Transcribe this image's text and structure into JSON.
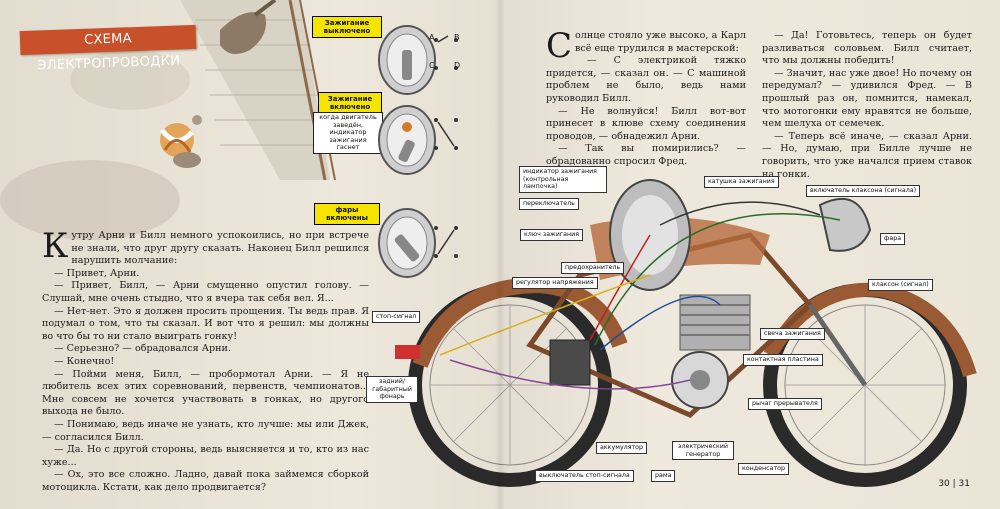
{
  "left_page": {
    "title": "СХЕМА ЭЛЕКТРОПРОВОДКИ",
    "switch_states": [
      {
        "label": "Зажигание выключено",
        "sub": ""
      },
      {
        "label": "Зажигание включено",
        "sub": "когда двигатель заведён, индикатор зажигания гаснет"
      },
      {
        "label": "фары включены",
        "sub": ""
      }
    ],
    "switch_letters": [
      "A",
      "B",
      "C",
      "D"
    ],
    "paragraphs": [
      {
        "dropcap": "К",
        "text": "утру Арни и Билл немного успокоились, но при встрече не знали, что друг другу сказать. Наконец Билл решился нарушить молчание:"
      },
      {
        "text": "— Привет, Арни."
      },
      {
        "text": "— Привет, Билл, — Арни смущенно опустил голову. — Слушай, мне очень стыдно, что я вчера так себя вел. Я..."
      },
      {
        "text": "— Нет-нет. Это я должен просить прощения. Ты ведь прав. Я подумал о том, что ты сказал. И вот что я решил: мы должны во что бы то ни стало выиграть гонку!"
      },
      {
        "text": "— Серьезно? — обрадовался Арни."
      },
      {
        "text": "— Конечно!"
      },
      {
        "text": "— Пойми меня, Билл, — пробормотал Арни. — Я не любитель всех этих соревнований, первенств, чемпионатов... Мне совсем не хочется участвовать в гонках, но другого выхода не было."
      },
      {
        "text": "— Понимаю, ведь иначе не узнать, кто лучше: мы или Джек, — согласился Билл."
      },
      {
        "text": "— Да. Но с другой стороны, ведь выясняется и то, кто из нас хуже..."
      },
      {
        "text": "— Ох, это все сложно. Ладно, давай пока займемся сборкой мотоцикла. Кстати, как дело продвигается?"
      }
    ]
  },
  "right_page": {
    "col1": [
      {
        "dropcap": "С",
        "text": "олнце стояло уже высоко, а Карл всё еще трудился в мастерской:"
      },
      {
        "text": "— С электрикой тяжко придется, — сказал он. — С машиной проблем не было, ведь нами руководил Билл."
      },
      {
        "text": "— Не волнуйся! Билл вот-вот принесет в клюве схему соединения проводов, — обнадежил Арни."
      },
      {
        "text": "— Так вы помирились? — обрадованно спросил Фред."
      }
    ],
    "col2": [
      {
        "text": "— Да! Готовьтесь, теперь он будет разливаться соловьем. Билл считает, что мы должны победить!"
      },
      {
        "text": "— Значит, нас уже двое! Но почему он передумал? — удивился Фред. — В прошлый раз он, помнится, намекал, что мотогонки ему нравятся не больше, чем шелуха от семечек."
      },
      {
        "text": "— Теперь всё иначе, — сказал Арни. — Но, думаю, при Билле лучше не говорить, что уже начался прием ставок на гонки."
      }
    ],
    "labels": {
      "ignition_indicator": "индикатор зажигания (контрольная лампочка)",
      "switch": "переключатель",
      "ignition_key": "ключ зажигания",
      "fuse": "предохранитель",
      "voltage_regulator": "регулятор напряжения",
      "brake_light": "стоп-сигнал",
      "tail_light": "задний/ габаритный фонарь",
      "battery": "аккумулятор",
      "brake_switch": "выключатель стоп-сигнала",
      "frame": "рама",
      "generator": "электрический генератор",
      "capacitor": "конденсатор",
      "breaker_lever": "рычаг прерывателя",
      "contact_plate": "контактная пластина",
      "spark_plug": "свеча зажигания",
      "ignition_coil": "катушка зажигания",
      "horn_switch": "включатель клаксона (сигнала)",
      "headlight": "фара",
      "horn": "клаксон (сигнал)"
    },
    "page_numbers": "30 | 31"
  }
}
